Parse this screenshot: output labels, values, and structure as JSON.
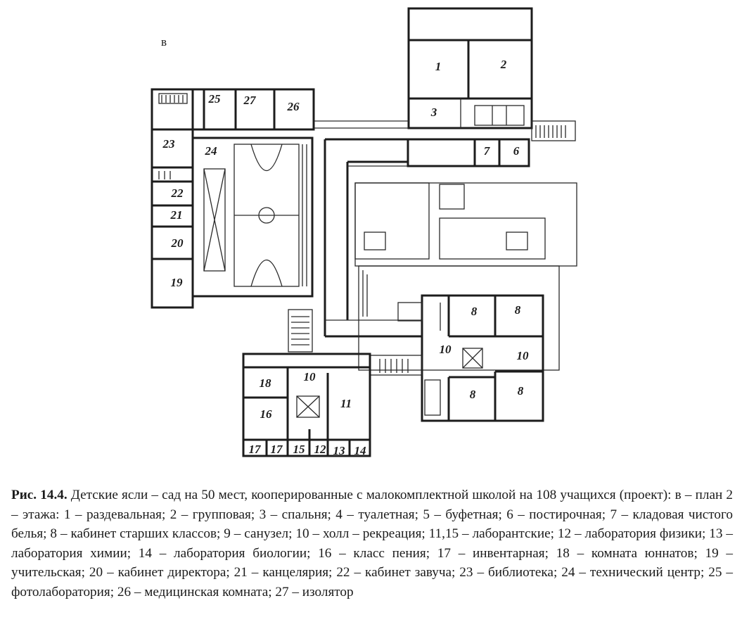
{
  "figure": {
    "sheet_letter": "в",
    "room_numbers": [
      "1",
      "2",
      "3",
      "6",
      "7",
      "8",
      "8",
      "8",
      "8",
      "10",
      "10",
      "10",
      "11",
      "12",
      "13",
      "14",
      "15",
      "16",
      "17",
      "17",
      "18",
      "19",
      "20",
      "21",
      "22",
      "23",
      "24",
      "25",
      "26",
      "27"
    ]
  },
  "caption": {
    "label": "Рис. 14.4.",
    "text": " Детские ясли – сад на 50 мест, кооперированные с малокомплектной школой на 108 учащихся (проект): в – план 2 – этажа: 1 – раздевальная; 2 – групповая; 3 – спальня; 4 – туалетная; 5 – буфетная; 6 – постирочная; 7 – кладовая чистого белья; 8 – кабинет старших классов; 9 – санузел; 10 – холл – рекреация; 11,15 – лаборантские; 12 – лаборатория физики; 13 – лаборатория химии; 14 – лаборатория биологии; 16 – класс пения; 17 – инвентарная; 18 – комната юннатов; 19 – учительская; 20 – кабинет директора; 21 – канцелярия; 22 – кабинет завуча; 23 – библиотека; 24 – технический центр; 25 – фотолаборатория; 26 – медицинская комната; 27 – изолятор"
  }
}
